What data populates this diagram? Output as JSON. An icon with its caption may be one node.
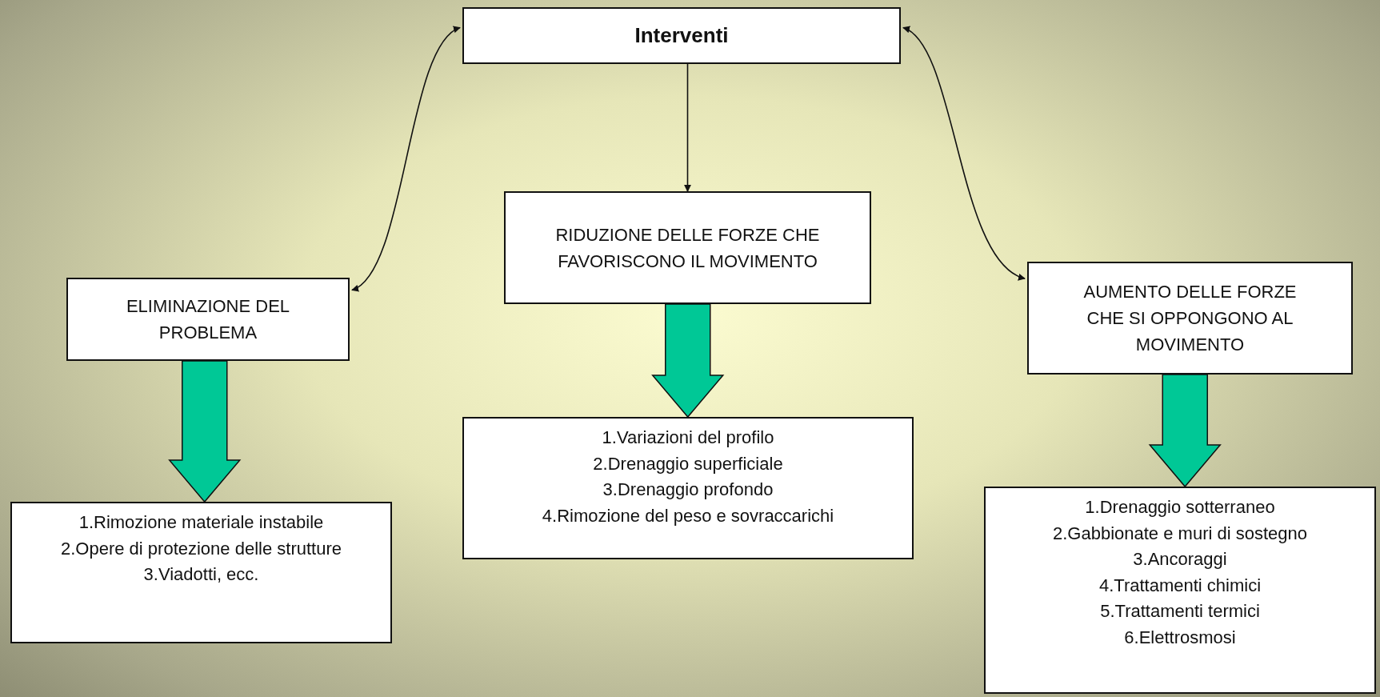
{
  "diagram": {
    "nodes": [
      {
        "text": [
          "Interventi"
        ]
      },
      {
        "text": [
          "ELIMINAZIONE DEL PROBLEMA"
        ]
      },
      {
        "text": [
          "RIDUZIONE DELLE FORZE CHE FAVORISCONO IL MOVIMENTO"
        ]
      },
      {
        "text": [
          "AUMENTO DELLE FORZE CHE SI OPPONGONO AL MOVIMENTO"
        ]
      },
      {
        "text": [
          "1.Rimozione materiale instabile",
          "2.Opere di protezione delle strutture",
          "3.Viadotti, ecc."
        ]
      },
      {
        "text": [
          "1.Variazioni del profilo",
          "2.Drenaggio superficiale",
          "3.Drenaggio profondo",
          "4.Rimozione del peso e sovraccarichi"
        ]
      },
      {
        "text": [
          "1.Drenaggio sotterraneo",
          "2.Gabbionate e muri di sostegno",
          "3.Ancoraggi",
          "4.Trattamenti chimici",
          "5.Trattamenti termici",
          "6.Elettrosmosi"
        ]
      }
    ],
    "edges": [
      {
        "from": 0,
        "to": 1,
        "arrow": "both"
      },
      {
        "from": 0,
        "to": 2,
        "arrow": "to"
      },
      {
        "from": 0,
        "to": 3,
        "arrow": "both"
      },
      {
        "from": 1,
        "to": 4,
        "arrow": "to",
        "style": "thick",
        "color": "#00c896"
      },
      {
        "from": 2,
        "to": 5,
        "arrow": "to",
        "style": "thick",
        "color": "#00c896"
      },
      {
        "from": 3,
        "to": 6,
        "arrow": "to",
        "style": "thick",
        "color": "#00c896"
      }
    ]
  }
}
